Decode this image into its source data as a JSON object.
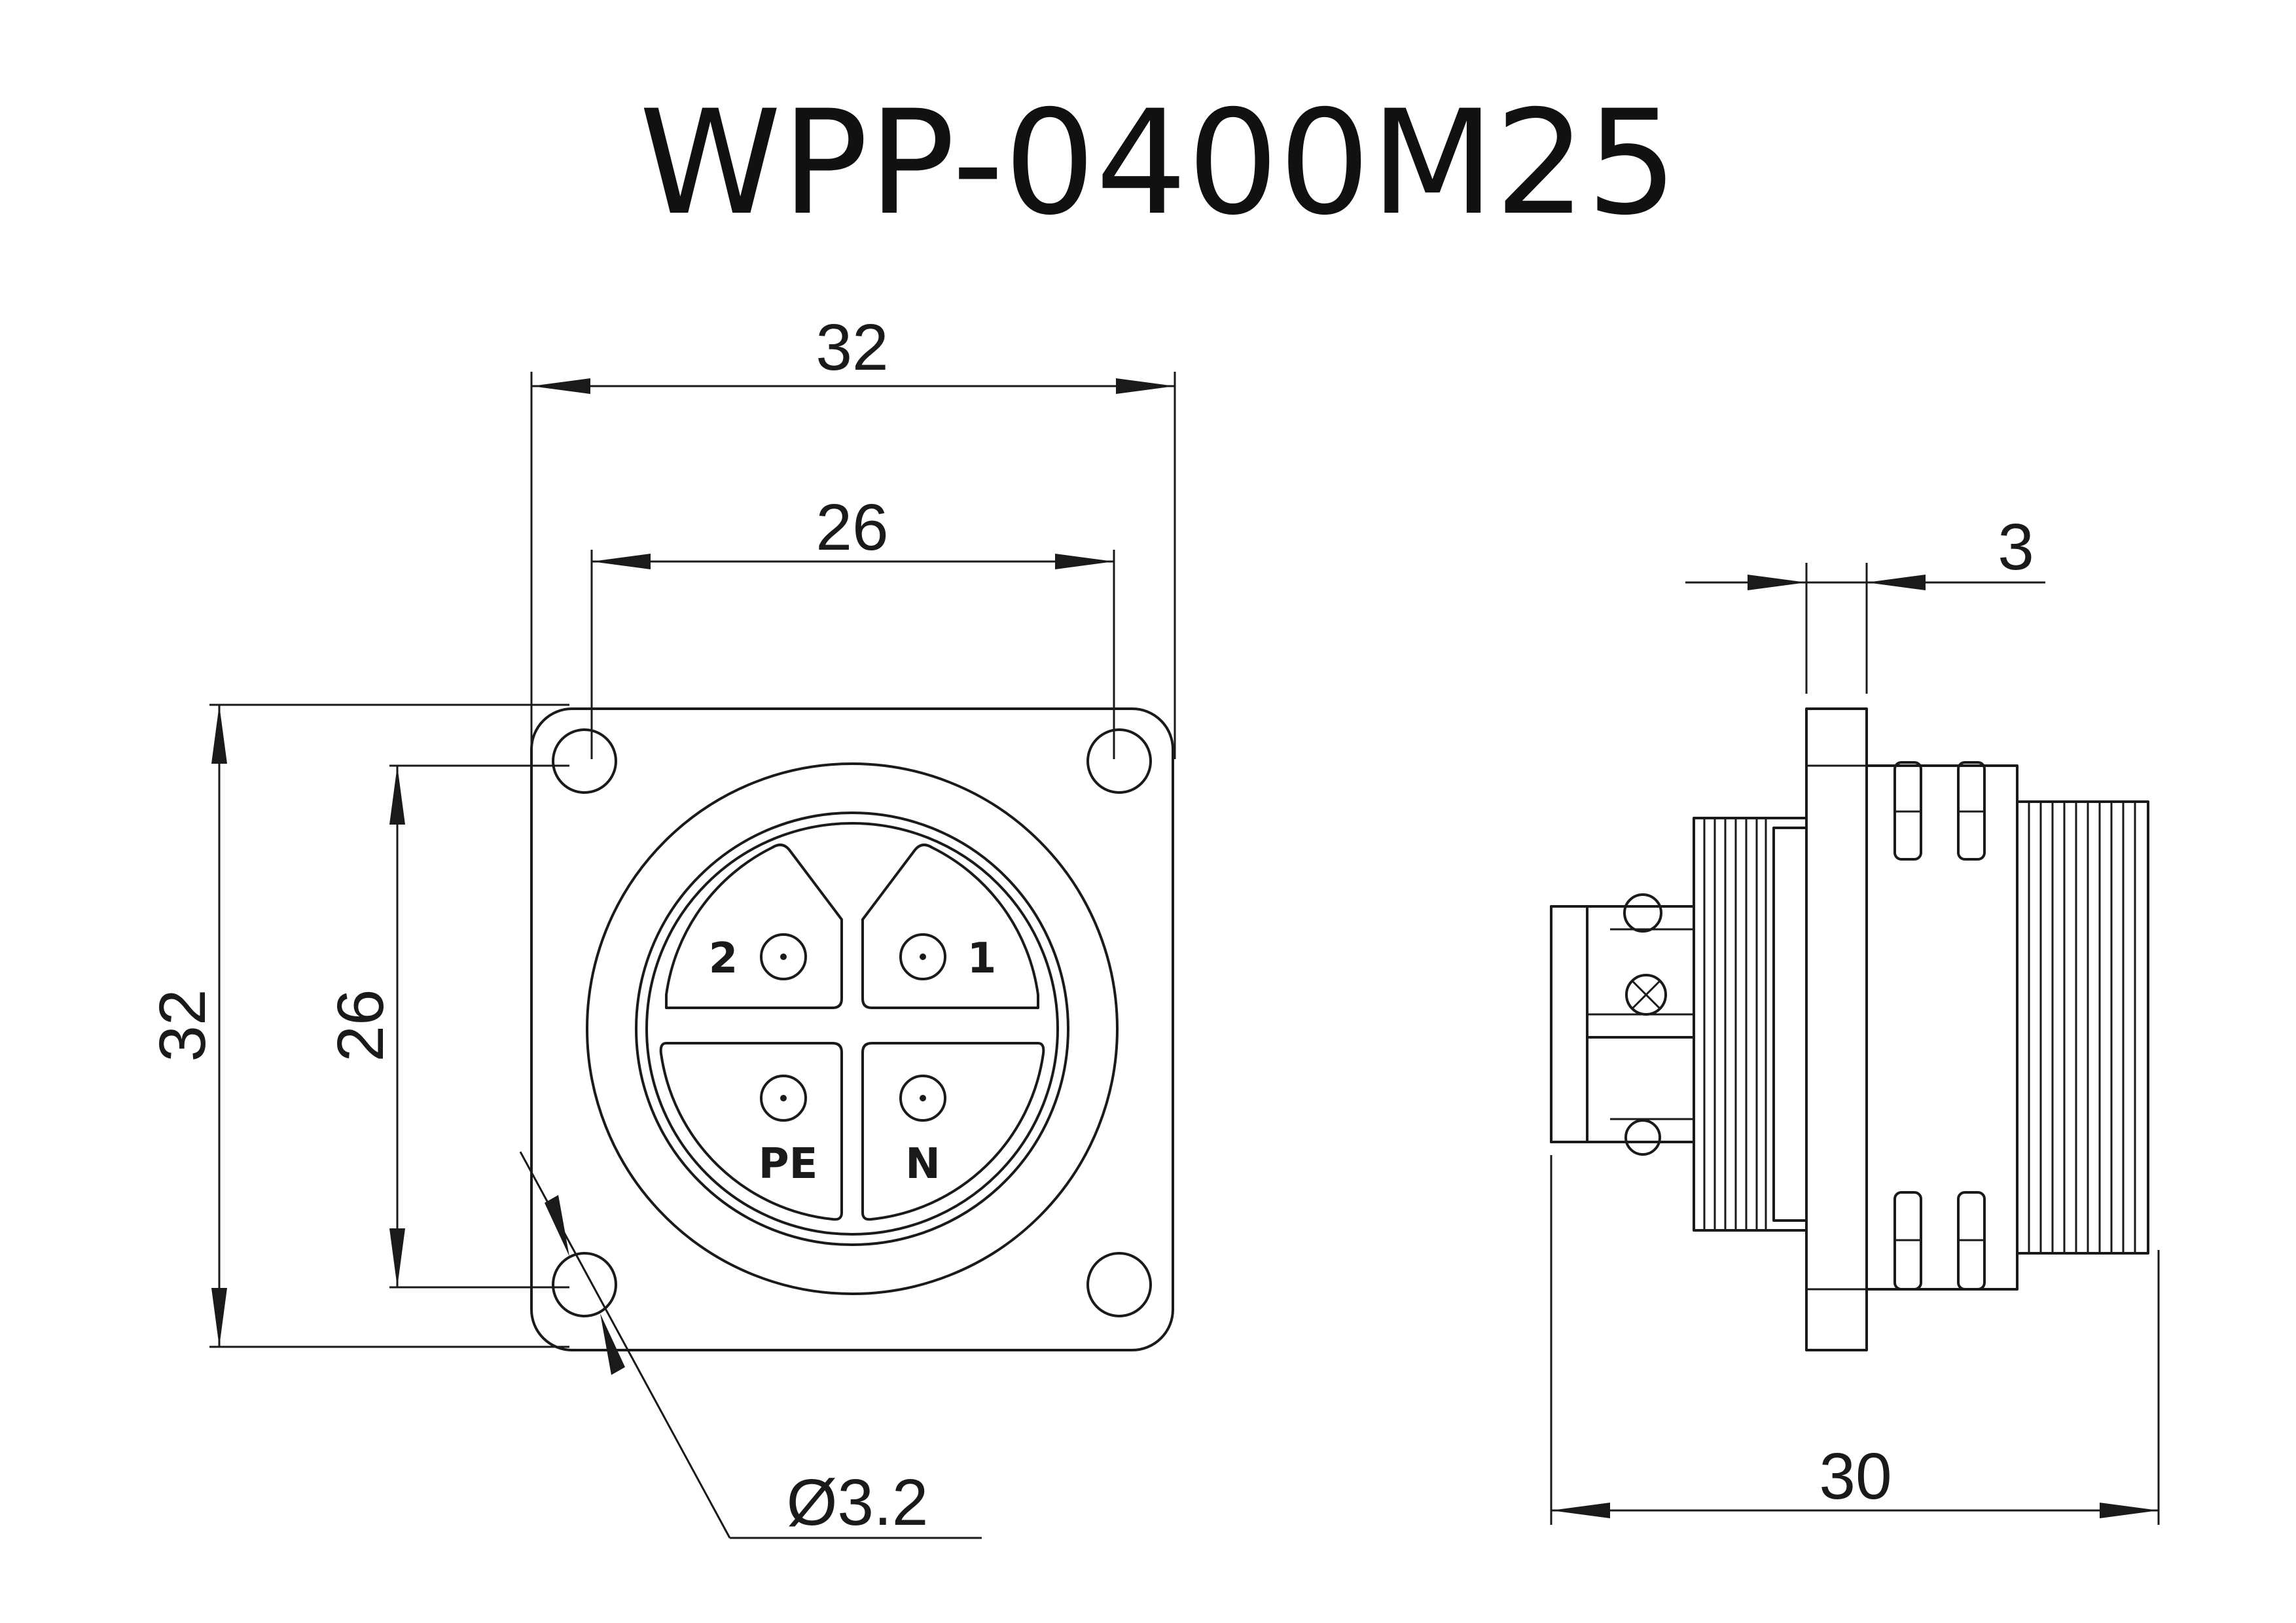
{
  "title": "WPP-0400M25",
  "dimensions": {
    "front_width_outer": "32",
    "front_width_holes": "26",
    "front_height_outer": "32",
    "front_height_holes": "26",
    "hole_diameter": "Ø3.2",
    "side_flange_thickness": "3",
    "side_length": "30"
  },
  "pin_labels": {
    "top_left": "2",
    "top_right": "1",
    "bottom_left": "PE",
    "bottom_right": "N"
  }
}
